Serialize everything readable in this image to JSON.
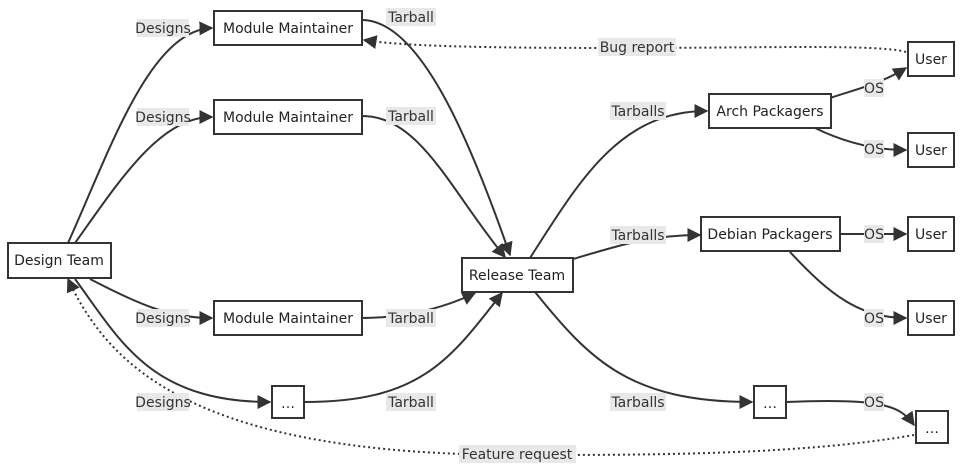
{
  "nodes": {
    "design_team": "Design Team",
    "module_maintainer_1": "Module Maintainer",
    "module_maintainer_2": "Module Maintainer",
    "module_maintainer_3": "Module Maintainer",
    "ellipsis_left": "…",
    "release_team": "Release Team",
    "arch_packagers": "Arch Packagers",
    "debian_packagers": "Debian Packagers",
    "ellipsis_mid": "…",
    "user_1": "User",
    "user_2": "User",
    "user_3": "User",
    "user_4": "User",
    "ellipsis_right": "…"
  },
  "edge_labels": {
    "designs_1": "Designs",
    "designs_2": "Designs",
    "designs_3": "Designs",
    "designs_4": "Designs",
    "tarball_1": "Tarball",
    "tarball_2": "Tarball",
    "tarball_3": "Tarball",
    "tarball_4": "Tarball",
    "tarballs_arch": "Tarballs",
    "tarballs_debian": "Tarballs",
    "tarballs_other": "Tarballs",
    "os_1": "OS",
    "os_2": "OS",
    "os_3": "OS",
    "os_4": "OS",
    "os_5": "OS",
    "bug_report": "Bug report",
    "feature_request": "Feature request"
  },
  "colors": {
    "stroke": "#333333",
    "node_fill": "#ffffff",
    "label_background": "#e8e8e8"
  }
}
